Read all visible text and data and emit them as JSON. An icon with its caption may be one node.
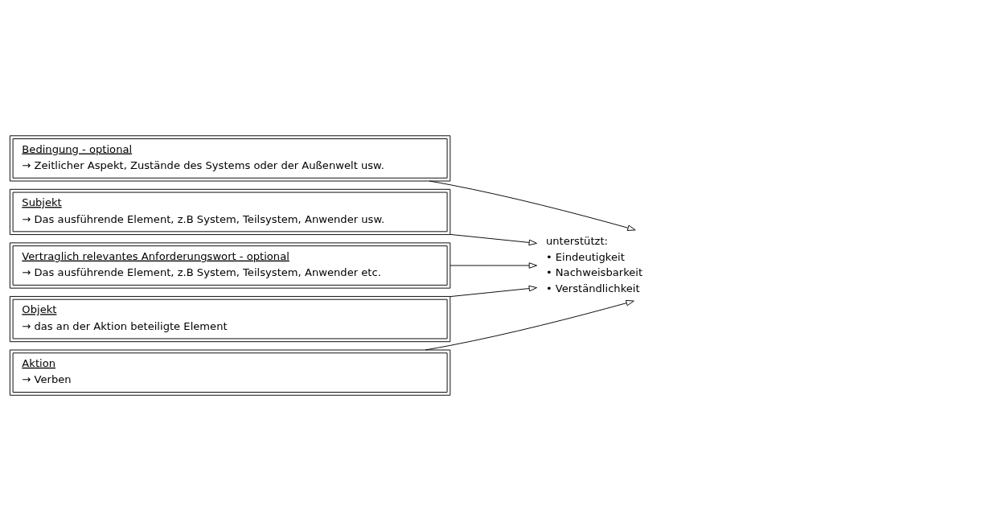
{
  "diagram": {
    "nodes": [
      {
        "text": [
          "Bedingung - optional",
          "→ Zeitlicher Aspekt, Zustände des Systems oder der Außenwelt usw."
        ]
      },
      {
        "text": [
          "Subjekt",
          "→ Das ausführende Element, z.B System, Teilsystem, Anwender usw."
        ]
      },
      {
        "text": [
          "Vertraglich relevantes Anforderungswort - optional",
          "→ Das ausführende Element, z.B System, Teilsystem, Anwender etc."
        ]
      },
      {
        "text": [
          "Objekt",
          "→ das an der Aktion beteiligte Element"
        ]
      },
      {
        "text": [
          "Aktion",
          "→ Verben"
        ]
      },
      {
        "text": [
          "unterstützt:",
          "• Eindeutigkeit",
          "• Nachweisbarkeit",
          "• Verständlichkeit"
        ]
      }
    ],
    "edges": [
      {
        "from": 0,
        "to": 5,
        "arrow": "to"
      },
      {
        "from": 1,
        "to": 5,
        "arrow": "to"
      },
      {
        "from": 2,
        "to": 5,
        "arrow": "to"
      },
      {
        "from": 3,
        "to": 5,
        "arrow": "to"
      },
      {
        "from": 4,
        "to": 5,
        "arrow": "to"
      }
    ]
  }
}
